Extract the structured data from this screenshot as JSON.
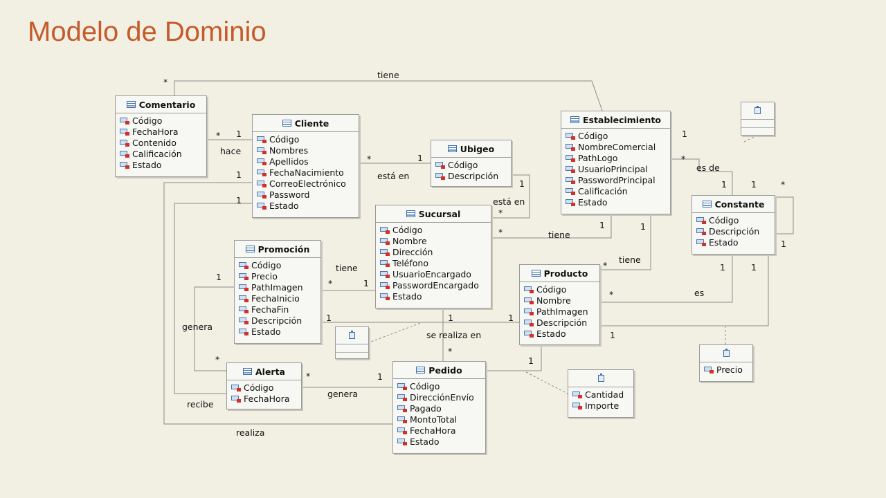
{
  "title": "Modelo de Dominio",
  "colors": {
    "title": "#c55a2b",
    "background": "#f2f0e3",
    "line": "#8a8a8a",
    "class_icon": "#3d6fa8",
    "attr_badge": "#d3302a"
  },
  "icons": {
    "class": "uml-class-icon",
    "attribute": "uml-attribute-icon",
    "association_class": "uml-association-class-icon"
  },
  "classes": {
    "comentario": {
      "name": "Comentario",
      "attributes": [
        "Código",
        "FechaHora",
        "Contenido",
        "Calificación",
        "Estado"
      ]
    },
    "cliente": {
      "name": "Cliente",
      "attributes": [
        "Código",
        "Nombres",
        "Apellidos",
        "FechaNacimiento",
        "CorreoElectrónico",
        "Password",
        "Estado"
      ]
    },
    "ubigeo": {
      "name": "Ubigeo",
      "attributes": [
        "Código",
        "Descripción"
      ]
    },
    "establecimiento": {
      "name": "Establecimiento",
      "attributes": [
        "Código",
        "NombreComercial",
        "PathLogo",
        "UsuarioPrincipal",
        "PasswordPrincipal",
        "Calificación",
        "Estado"
      ]
    },
    "constante": {
      "name": "Constante",
      "attributes": [
        "Código",
        "Descripción",
        "Estado"
      ]
    },
    "sucursal": {
      "name": "Sucursal",
      "attributes": [
        "Código",
        "Nombre",
        "Dirección",
        "Teléfono",
        "UsuarioEncargado",
        "PasswordEncargado",
        "Estado"
      ]
    },
    "promocion": {
      "name": "Promoción",
      "attributes": [
        "Código",
        "Precio",
        "PathImagen",
        "FechaInicio",
        "FechaFin",
        "Descripción",
        "Estado"
      ]
    },
    "producto": {
      "name": "Producto",
      "attributes": [
        "Código",
        "Nombre",
        "PathImagen",
        "Descripción",
        "Estado"
      ]
    },
    "alerta": {
      "name": "Alerta",
      "attributes": [
        "Código",
        "FechaHora"
      ]
    },
    "pedido": {
      "name": "Pedido",
      "attributes": [
        "Código",
        "DirecciónEnvío",
        "Pagado",
        "MontoTotal",
        "FechaHora",
        "Estado"
      ]
    }
  },
  "association_classes": {
    "precio": {
      "attributes": [
        "Precio"
      ]
    },
    "detalle": {
      "attributes": [
        "Cantidad",
        "Importe"
      ]
    }
  },
  "labels": {
    "tiene_top": "tiene",
    "hace": "hace",
    "esta_en_1": "está en",
    "esta_en_2": "está en",
    "es_de": "es de",
    "tiene_suc": "tiene",
    "tiene_prod": "tiene",
    "tiene_promo": "tiene",
    "es": "es",
    "genera_1": "genera",
    "genera_2": "genera",
    "se_realiza_en": "se realiza en",
    "recibe": "recibe",
    "realiza": "realiza"
  },
  "multiplicities": {
    "m01": "*",
    "m02": "*",
    "m03": "1",
    "m04": "*",
    "m05": "1",
    "m06": "1",
    "m07": "1",
    "m08": "1",
    "m09": "*",
    "m10": "1",
    "m11": "1",
    "m12": "1",
    "m13": "*",
    "m14": "*",
    "m15": "1",
    "m16": "1",
    "m17": "*",
    "m18": "1",
    "m19": "1",
    "m20": "*",
    "m21": "1",
    "m22": "1",
    "m23": "1",
    "m24": "1",
    "m25": "1",
    "m26": "*",
    "m27": "1",
    "m28": "*",
    "m29": "*",
    "m30": "1",
    "m31": "*",
    "m32": "1",
    "m33": "1",
    "m34": "*"
  }
}
